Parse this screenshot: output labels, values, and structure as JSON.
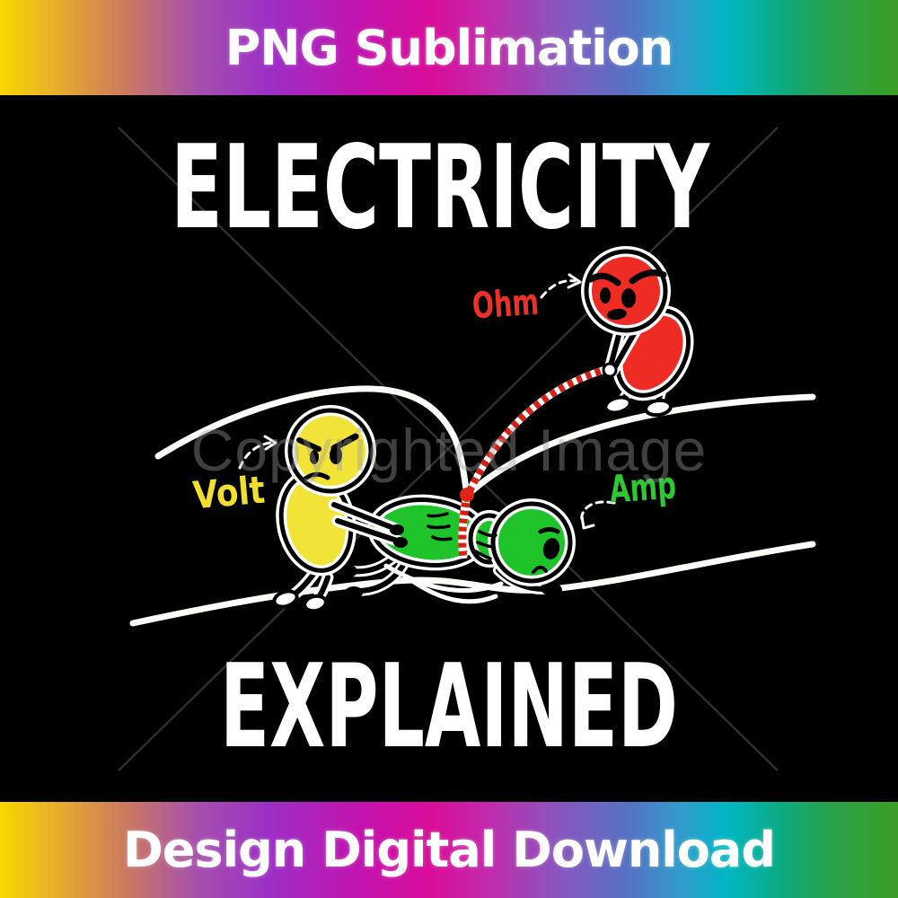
{
  "top_banner": {
    "label": "PNG Sublimation"
  },
  "bottom_banner": {
    "label": "Design Digital Download"
  },
  "design": {
    "title_top": "ELECTRICITY",
    "title_bottom": "EXPLAINED",
    "characters": {
      "ohm": {
        "label": "Ohm",
        "color": "#ee2c24",
        "role": "red figure pulling rope downhill"
      },
      "volt": {
        "label": "Volt",
        "color": "#f2e338",
        "role": "yellow figure pushing from behind"
      },
      "amp": {
        "label": "Amp",
        "color": "#1fc32a",
        "role": "green figure squeezed by rope"
      }
    }
  },
  "watermark": {
    "text": "Copyrighted Image"
  },
  "colors": {
    "background": "#000000",
    "title_text": "#ffffff",
    "label_ohm": "#ee3124",
    "label_volt": "#f2de2e",
    "label_amp": "#2ec832",
    "rope_red": "#d81f12",
    "outline_white": "#fcfcf8",
    "banner_text": "#ffffff",
    "banner_gradient": [
      "#f8d700",
      "#e6a92f",
      "#cb7a60",
      "#a64fae",
      "#9c2fc6",
      "#c313ae",
      "#d90d99",
      "#c428ab",
      "#8a55be",
      "#5572c4",
      "#2f9ecd",
      "#00b7c4",
      "#0caa82",
      "#2aa145",
      "#3a9e24"
    ]
  }
}
